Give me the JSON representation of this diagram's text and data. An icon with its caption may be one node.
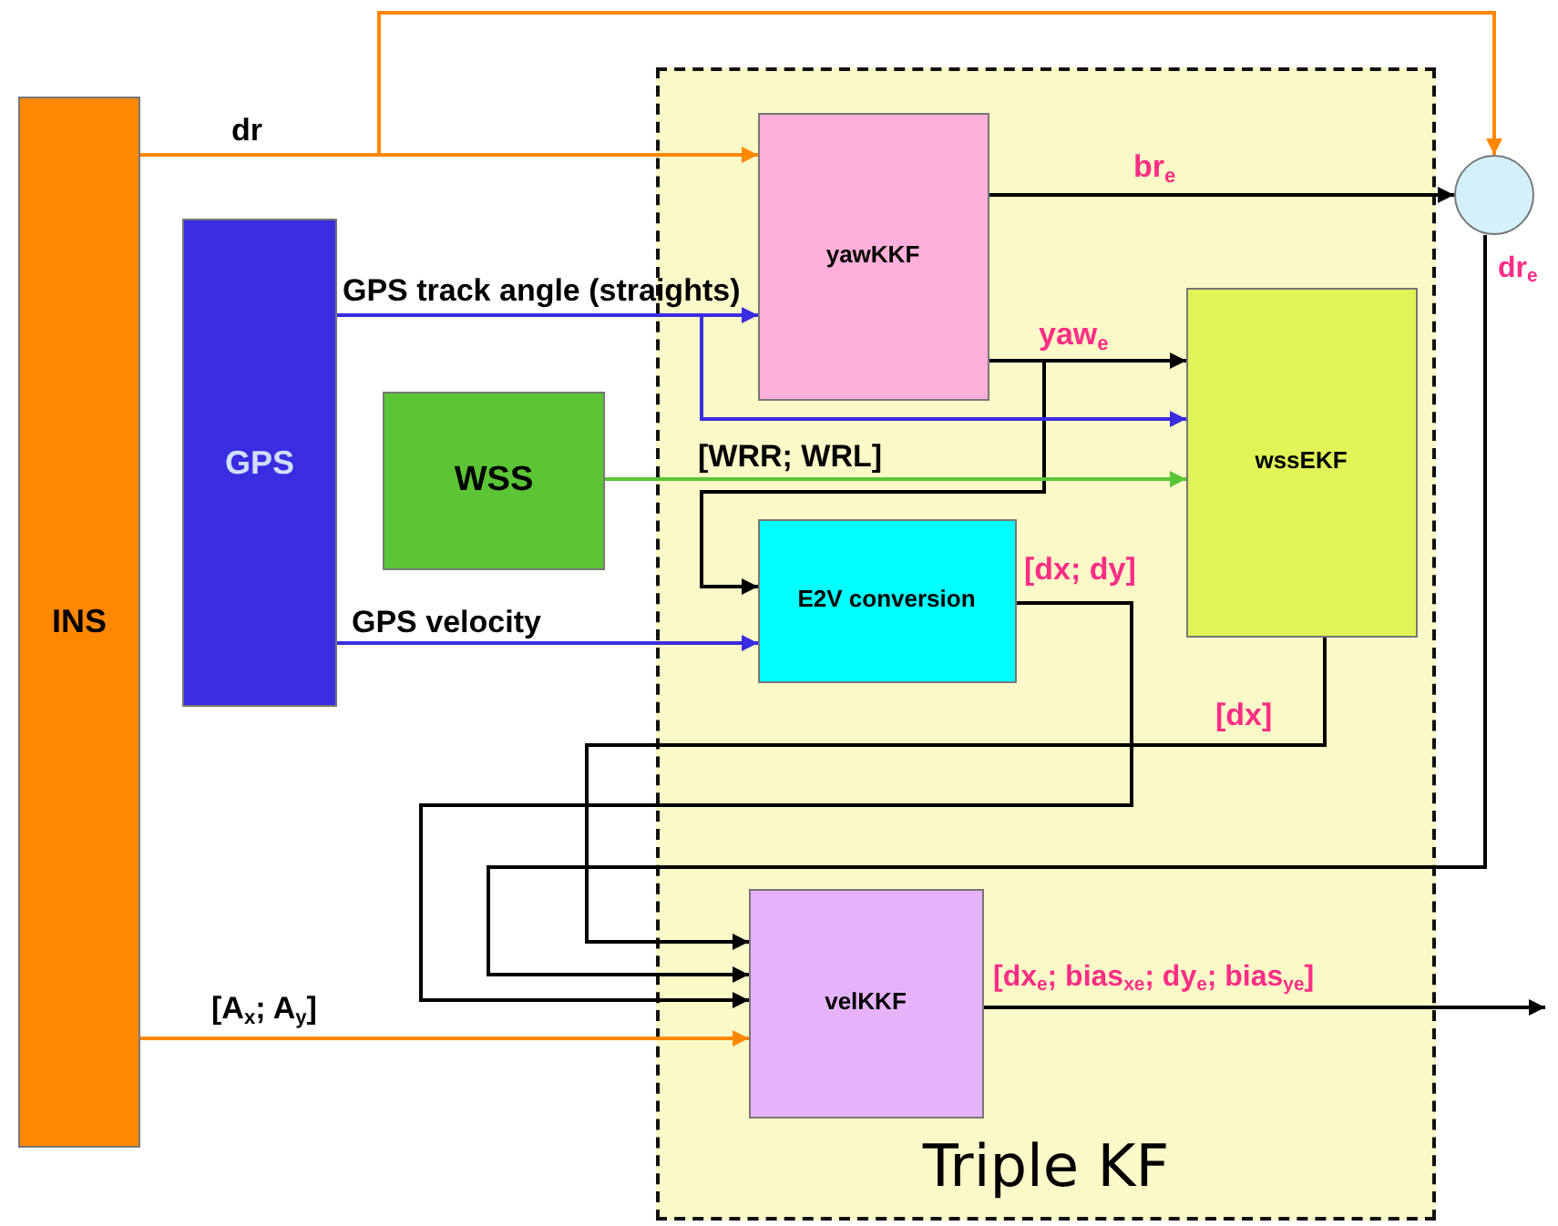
{
  "diagram": {
    "nodes": [
      {
        "text": [
          "INS"
        ]
      },
      {
        "text": [
          "GPS"
        ]
      },
      {
        "text": [
          "WSS"
        ]
      },
      {
        "text": [
          "Triple KF"
        ]
      },
      {
        "text": [
          "yawKKF"
        ],
        "in": 3
      },
      {
        "text": [
          "wssEKF"
        ],
        "in": 3
      },
      {
        "text": [
          "E2V conversion"
        ],
        "in": 3
      },
      {
        "text": [
          "velKKF"
        ],
        "in": 3
      },
      {
        "text": [],
        "shape": "circle"
      }
    ],
    "edges": [
      {
        "from": 0,
        "to": 4,
        "arrow": "to",
        "label": "dr",
        "color": "#ff8800"
      },
      {
        "from": 0,
        "to": 8,
        "arrow": "to",
        "color": "#ff8800"
      },
      {
        "from": 4,
        "to": 8,
        "arrow": "to",
        "label": "br$_{e}$"
      },
      {
        "from": 8,
        "to": 7,
        "arrow": "to",
        "label": "dr$_{e}$"
      },
      {
        "from": 4,
        "to": 5,
        "arrow": "to",
        "label": "yaw$_{e}$"
      },
      {
        "from": 4,
        "to": 6,
        "arrow": "to"
      },
      {
        "from": 1,
        "to": 4,
        "arrow": "to",
        "label": "GPS track angle (straights)",
        "color": "#3a2ce0"
      },
      {
        "from": 1,
        "to": 5,
        "arrow": "to",
        "color": "#3a2ce0"
      },
      {
        "from": 2,
        "to": 5,
        "arrow": "to",
        "label": "[WRR; WRL]",
        "color": "#5cc536"
      },
      {
        "from": 1,
        "to": 6,
        "arrow": "to",
        "label": "GPS velocity",
        "color": "#3a2ce0"
      },
      {
        "from": 6,
        "to": 7,
        "arrow": "to",
        "label": "[dx; dy]"
      },
      {
        "from": 5,
        "to": 7,
        "arrow": "to",
        "label": "[dx]"
      },
      {
        "from": 0,
        "to": 7,
        "arrow": "to",
        "label": "[A$_{x}$; A$_{y}$]",
        "color": "#ff8800"
      },
      {
        "from": 7,
        "to": null,
        "arrow": "to",
        "label": "[dx$_{e}$; bias$_{xe}$; dy$_{e}$; bias$_{ye}$]"
      }
    ]
  }
}
